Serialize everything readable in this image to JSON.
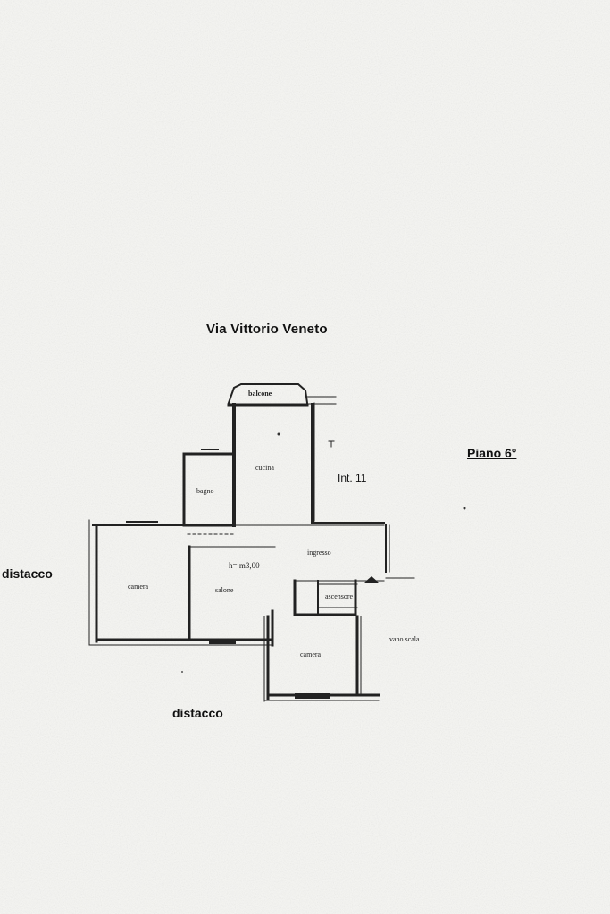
{
  "street": "Via Vittorio Veneto",
  "floor": "Piano 6°",
  "unit": "Int. 11",
  "distacco_left": "distacco",
  "distacco_bottom": "distacco",
  "rooms": {
    "balcone": "balcone",
    "cucina": "cucina",
    "bagno": "bagno",
    "ingresso": "ingresso",
    "height": "h= m3,00",
    "camera_left": "camera",
    "salone": "salone",
    "ascensore": "ascensore",
    "vano_scala": "vano scala",
    "camera_bottom": "camera"
  },
  "colors": {
    "paper": "#f6f6f3",
    "ink": "#111111"
  }
}
